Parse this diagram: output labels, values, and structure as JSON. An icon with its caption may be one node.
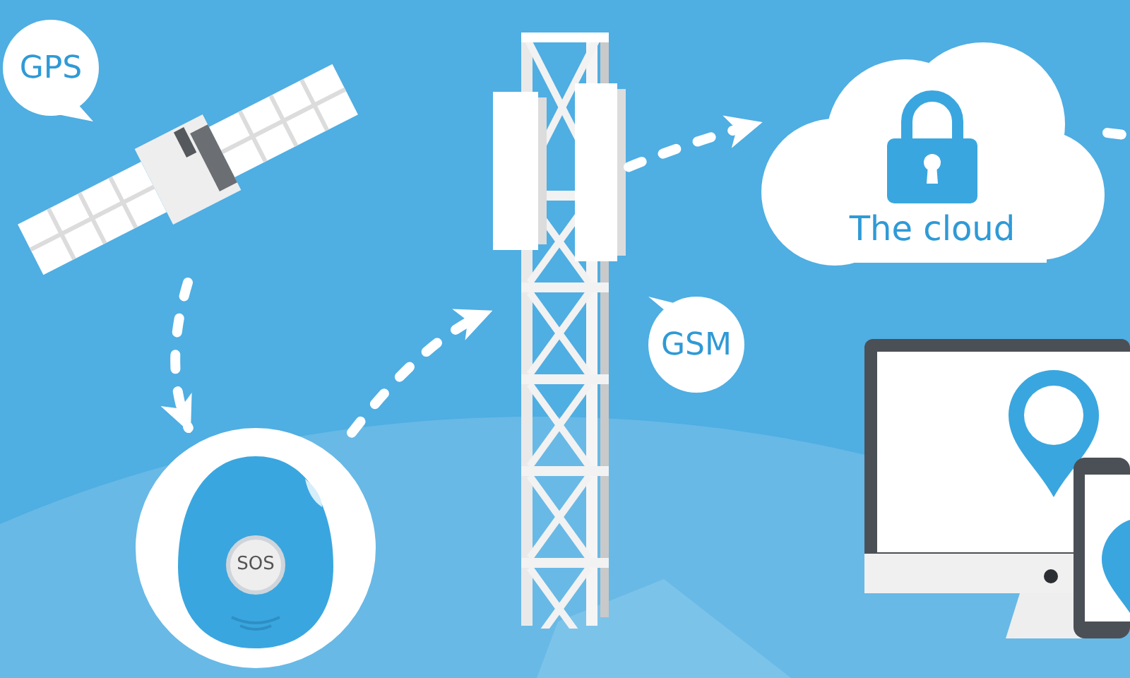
{
  "diagram": {
    "nodes": [
      {
        "text": [
          "GPS"
        ]
      },
      {
        "text": [],
        "shape": "picture"
      },
      {
        "text": [
          "SOS"
        ]
      },
      {
        "text": [],
        "shape": "picture"
      },
      {
        "text": [
          "GSM"
        ]
      },
      {
        "text": [
          "The cloud"
        ]
      },
      {
        "text": [],
        "shape": "picture"
      }
    ],
    "edges": [
      {
        "from": 1,
        "to": 2,
        "arrow": "to",
        "style": "dashed"
      },
      {
        "from": 2,
        "to": 3,
        "arrow": "to",
        "style": "dashed"
      },
      {
        "from": 3,
        "to": 5,
        "arrow": "to",
        "style": "dashed"
      },
      {
        "from": 5,
        "to": null,
        "arrow": "none",
        "style": "dashed"
      }
    ]
  }
}
